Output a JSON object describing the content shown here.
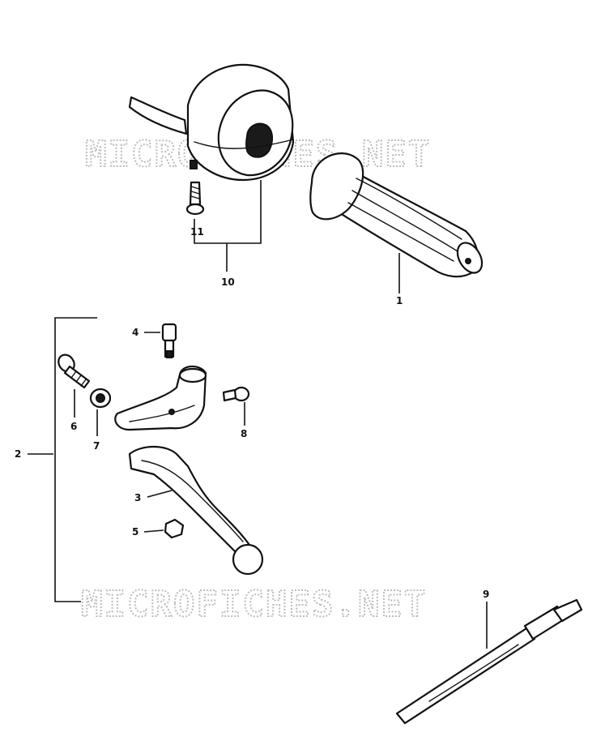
{
  "watermark": "MICROFICHES.NET",
  "callouts": {
    "c1": "1",
    "c2": "2",
    "c3": "3",
    "c4": "4",
    "c5": "5",
    "c6": "6",
    "c7": "7",
    "c8": "8",
    "c9": "9",
    "c10": "10",
    "c11": "11"
  },
  "colors": {
    "line": "#111111",
    "watermark": "#bdbdbd",
    "background": "#ffffff"
  }
}
